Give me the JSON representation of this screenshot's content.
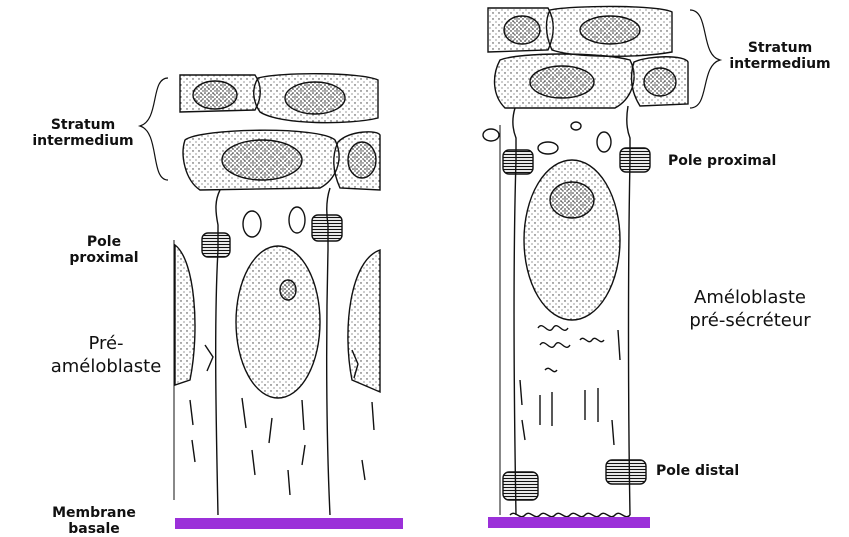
{
  "left_panel": {
    "stratum_line1": "Stratum",
    "stratum_line2": "intermedium",
    "pole_line1": "Pole",
    "pole_line2": "proximal",
    "cell_line1": "Pré-",
    "cell_line2": "améloblaste",
    "membrane_line1": "Membrane",
    "membrane_line2": "basale"
  },
  "right_panel": {
    "stratum_line1": "Stratum",
    "stratum_line2": "intermedium",
    "pole_proximal": "Pole proximal",
    "cell_line1": "Améloblaste",
    "cell_line2": "pré-sécréteur",
    "pole_distal": "Pole distal"
  },
  "colors": {
    "membrane": "#9b30d9",
    "ink": "#111111"
  }
}
